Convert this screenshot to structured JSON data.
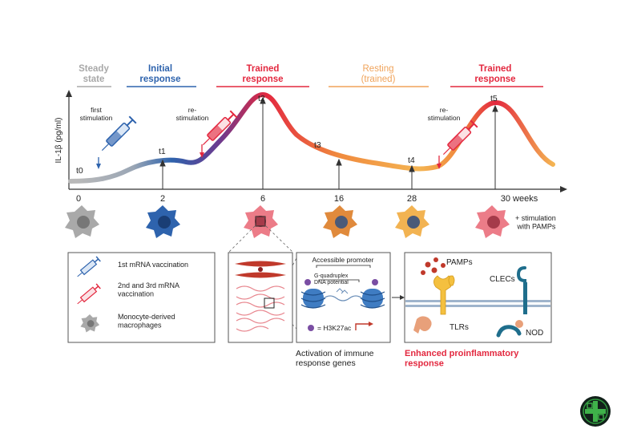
{
  "phases": {
    "steady": "Steady\nstate",
    "initial": "Initial\nresponse",
    "trained1": "Trained\nresponse",
    "resting": "Resting\n(trained)",
    "trained2": "Trained\nresponse"
  },
  "y_axis_label": "IL-1β (pg/ml)",
  "timepoints": [
    "t0",
    "t1",
    "t2",
    "t3",
    "t4",
    "t5"
  ],
  "x_ticks": [
    "0",
    "2",
    "6",
    "16",
    "28",
    "30 weeks"
  ],
  "curve_annotations": {
    "first": "first\nstimulation",
    "re1": "re-\nstimulation",
    "re2": "re-\nstimulation"
  },
  "pamps_note": "+  stimulation\n    with PAMPs",
  "legend": {
    "item1": "1st mRNA vaccination",
    "item2": "2nd and 3rd mRNA\nvaccination",
    "item3": "Monocyte-derived\nmacrophages"
  },
  "chromatin": {
    "title": "Accessible promoter",
    "g4": "G-quadruplex\nDNA potential",
    "mark": "= H3K27ac",
    "caption": "Activation of immune\nresponse genes"
  },
  "receptors": {
    "pamps": "PAMPs",
    "clecs": "CLECs",
    "tlrs": "TLRs",
    "nod": "NOD",
    "caption": "Enhanced proinflammatory\nresponse"
  },
  "colors": {
    "grey": "#a8a8a8",
    "blue": "#2e63ad",
    "red": "#e3283f",
    "orange": "#f0a35a",
    "accent_text": "#e3283f"
  }
}
